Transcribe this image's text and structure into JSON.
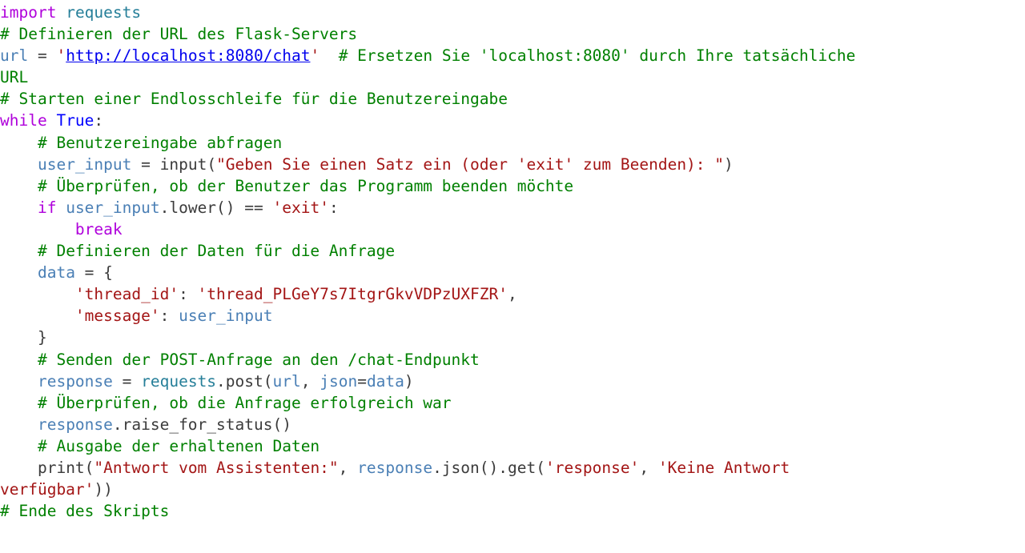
{
  "editor": {
    "lines": [
      [
        {
          "t": "import",
          "c": "kw"
        },
        {
          "t": " ",
          "c": "op"
        },
        {
          "t": "requests",
          "c": "mod"
        }
      ],
      [
        {
          "t": "# Definieren der URL des Flask-Servers",
          "c": "cm"
        }
      ],
      [
        {
          "t": "url",
          "c": "var"
        },
        {
          "t": " = ",
          "c": "op"
        },
        {
          "t": "'",
          "c": "str"
        },
        {
          "t": "http://localhost:8080/chat",
          "c": "link"
        },
        {
          "t": "'",
          "c": "str"
        },
        {
          "t": "  # Ersetzen Sie 'localhost:8080' durch Ihre tatsächliche",
          "c": "cm"
        }
      ],
      [
        {
          "t": "URL",
          "c": "cm"
        }
      ],
      [
        {
          "t": "# Starten einer Endlosschleife für die Benutzereingabe",
          "c": "cm"
        }
      ],
      [
        {
          "t": "while",
          "c": "kw"
        },
        {
          "t": " ",
          "c": "op"
        },
        {
          "t": "True",
          "c": "const"
        },
        {
          "t": ":",
          "c": "op"
        }
      ],
      [
        {
          "t": "    ",
          "c": "op"
        },
        {
          "t": "# Benutzereingabe abfragen",
          "c": "cm"
        }
      ],
      [
        {
          "t": "    ",
          "c": "op"
        },
        {
          "t": "user_input",
          "c": "var"
        },
        {
          "t": " = ",
          "c": "op"
        },
        {
          "t": "input",
          "c": "fn"
        },
        {
          "t": "(",
          "c": "br"
        },
        {
          "t": "\"Geben Sie einen Satz ein (oder 'exit' zum Beenden): \"",
          "c": "str"
        },
        {
          "t": ")",
          "c": "br"
        }
      ],
      [
        {
          "t": "    ",
          "c": "op"
        },
        {
          "t": "# Überprüfen, ob der Benutzer das Programm beenden möchte",
          "c": "cm"
        }
      ],
      [
        {
          "t": "    ",
          "c": "op"
        },
        {
          "t": "if",
          "c": "kw"
        },
        {
          "t": " ",
          "c": "op"
        },
        {
          "t": "user_input",
          "c": "var"
        },
        {
          "t": ".lower() == ",
          "c": "op"
        },
        {
          "t": "'exit'",
          "c": "str"
        },
        {
          "t": ":",
          "c": "op"
        }
      ],
      [
        {
          "t": "        ",
          "c": "op"
        },
        {
          "t": "break",
          "c": "kw"
        }
      ],
      [
        {
          "t": "    ",
          "c": "op"
        },
        {
          "t": "# Definieren der Daten für die Anfrage",
          "c": "cm"
        }
      ],
      [
        {
          "t": "    ",
          "c": "op"
        },
        {
          "t": "data",
          "c": "var"
        },
        {
          "t": " = ",
          "c": "op"
        },
        {
          "t": "{",
          "c": "br"
        }
      ],
      [
        {
          "t": "        ",
          "c": "op"
        },
        {
          "t": "'thread_id'",
          "c": "str"
        },
        {
          "t": ": ",
          "c": "op"
        },
        {
          "t": "'thread_PLGeY7s7ItgrGkvVDPzUXFZR'",
          "c": "str"
        },
        {
          "t": ",",
          "c": "op"
        }
      ],
      [
        {
          "t": "        ",
          "c": "op"
        },
        {
          "t": "'message'",
          "c": "str"
        },
        {
          "t": ": ",
          "c": "op"
        },
        {
          "t": "user_input",
          "c": "var"
        }
      ],
      [
        {
          "t": "    ",
          "c": "op"
        },
        {
          "t": "}",
          "c": "br"
        }
      ],
      [
        {
          "t": "    ",
          "c": "op"
        },
        {
          "t": "# Senden der POST-Anfrage an den /chat-Endpunkt",
          "c": "cm"
        }
      ],
      [
        {
          "t": "    ",
          "c": "op"
        },
        {
          "t": "response",
          "c": "var"
        },
        {
          "t": " = ",
          "c": "op"
        },
        {
          "t": "requests",
          "c": "mod"
        },
        {
          "t": ".post(",
          "c": "op"
        },
        {
          "t": "url",
          "c": "var"
        },
        {
          "t": ", ",
          "c": "op"
        },
        {
          "t": "json",
          "c": "var"
        },
        {
          "t": "=",
          "c": "op"
        },
        {
          "t": "data",
          "c": "var"
        },
        {
          "t": ")",
          "c": "br"
        }
      ],
      [
        {
          "t": "    ",
          "c": "op"
        },
        {
          "t": "# Überprüfen, ob die Anfrage erfolgreich war",
          "c": "cm"
        }
      ],
      [
        {
          "t": "    ",
          "c": "op"
        },
        {
          "t": "response",
          "c": "var"
        },
        {
          "t": ".raise_for_status()",
          "c": "op"
        }
      ],
      [
        {
          "t": "    ",
          "c": "op"
        },
        {
          "t": "# Ausgabe der erhaltenen Daten",
          "c": "cm"
        }
      ],
      [
        {
          "t": "    ",
          "c": "op"
        },
        {
          "t": "print",
          "c": "fn"
        },
        {
          "t": "(",
          "c": "br"
        },
        {
          "t": "\"Antwort vom Assistenten:\"",
          "c": "str"
        },
        {
          "t": ", ",
          "c": "op"
        },
        {
          "t": "response",
          "c": "var"
        },
        {
          "t": ".json().get(",
          "c": "op"
        },
        {
          "t": "'response'",
          "c": "str"
        },
        {
          "t": ", ",
          "c": "op"
        },
        {
          "t": "'Keine Antwort",
          "c": "str"
        }
      ],
      [
        {
          "t": "verfügbar'",
          "c": "str"
        },
        {
          "t": "))",
          "c": "br"
        }
      ],
      [
        {
          "t": "# Ende des Skripts",
          "c": "cm"
        }
      ]
    ]
  },
  "colors": {
    "keyword": "#af00db",
    "module": "#267f99",
    "comment": "#008000",
    "variable": "#4a7fb5",
    "string": "#a31515",
    "constant": "#0000ff",
    "link": "#0000ee",
    "default": "#3b3b3b"
  }
}
